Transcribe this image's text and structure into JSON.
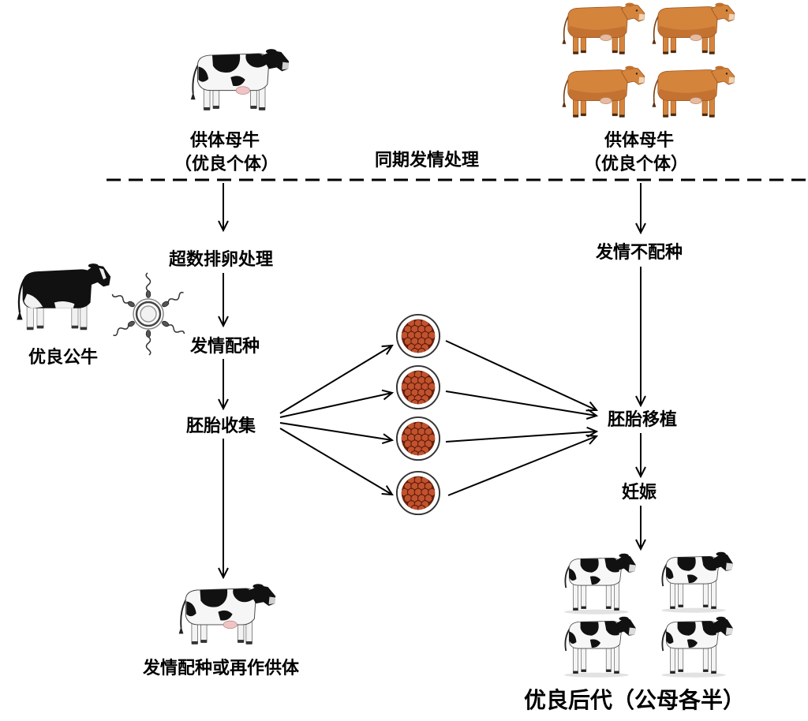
{
  "diagram": {
    "left_cow": {
      "name": "供体母牛",
      "note": "（优良个体）"
    },
    "sync_label": "同期发情处理",
    "right_cow": {
      "name": "供体母牛",
      "note": "（优良个体）"
    },
    "left_steps": [
      "超数排卵处理",
      "发情配种",
      "胚胎收集",
      "发情配种或再作供体"
    ],
    "bull": "优良公牛",
    "right_steps": [
      "发情不配种",
      "胚胎移植",
      "妊娠"
    ],
    "offspring": "优良后代（公母各半）"
  },
  "icons": {
    "left_cow": "holstein-cow-icon",
    "right_cows": "brown-cow-icon",
    "bull": "holstein-bull-icon",
    "gametes": "sperm-egg-icon",
    "embryos": "embryo-icon",
    "offspring": "holstein-calf-icon"
  },
  "colors": {
    "line": "#000000",
    "text": "#000000",
    "brown_cow": "#d5843c",
    "embryo_cell": "#c0522e"
  }
}
